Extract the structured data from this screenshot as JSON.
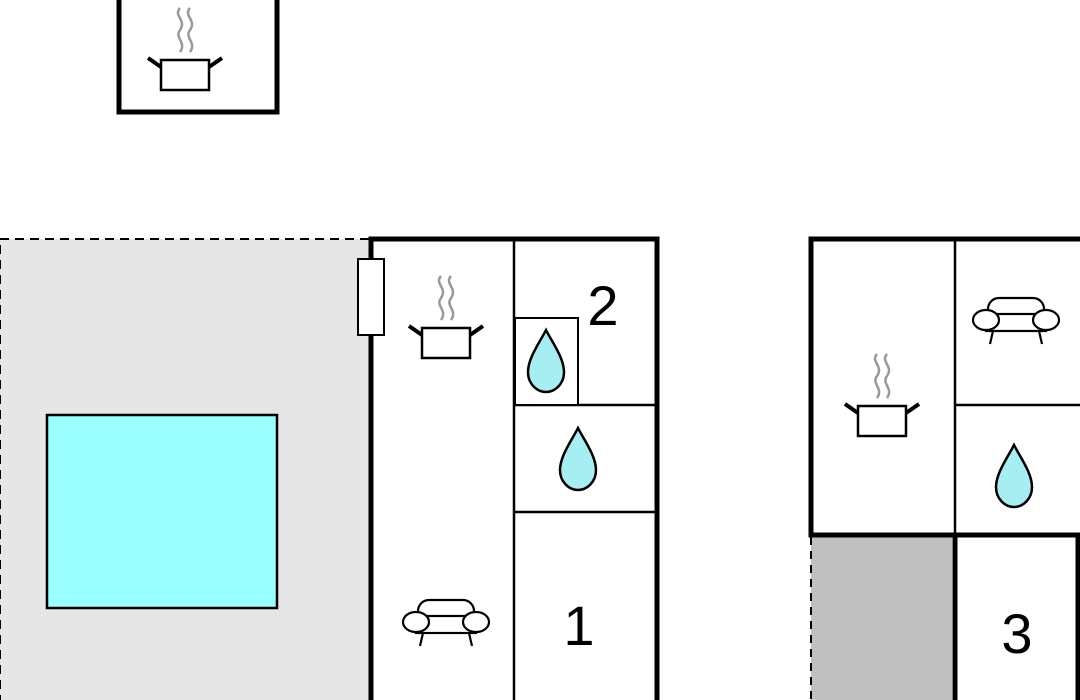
{
  "colors": {
    "terrace": "#e6e6e6",
    "pool": "#99ffff",
    "water_drop": "#a6eef2",
    "shaded_area": "#c0c0c0",
    "wall": "#000000",
    "background": "#ffffff",
    "steam": "#999999"
  },
  "rooms": {
    "room_1": {
      "label": "1"
    },
    "room_2": {
      "label": "2"
    },
    "room_3": {
      "label": "3"
    }
  },
  "icons": {
    "kitchen": "cooking-pot-icon",
    "bathroom": "water-drop-icon",
    "living": "sofa-icon"
  }
}
